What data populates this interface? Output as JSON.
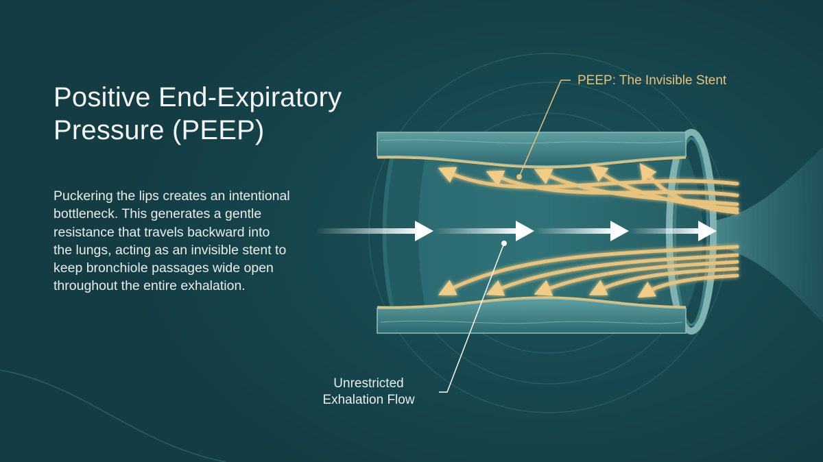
{
  "title": {
    "line1": "Positive End-Expiratory",
    "line2": "Pressure (PEEP)"
  },
  "description": "Puckering the lips creates an intentional bottleneck. This generates a gentle resistance that travels backward into the lungs, acting as an invisible stent to keep bronchiole passages wide open throughout the entire exhalation.",
  "labels": {
    "peep": "PEEP: The Invisible Stent",
    "flow_line1": "Unrestricted",
    "flow_line2": "Exhalation Flow"
  },
  "colors": {
    "background": "#16434a",
    "wall": "#2e6f74",
    "wall_lining": "#d9b66a",
    "pressure_arrow": "#e8c37e",
    "flow_arrow": "#ffffff",
    "text": "#f3f6f5"
  }
}
